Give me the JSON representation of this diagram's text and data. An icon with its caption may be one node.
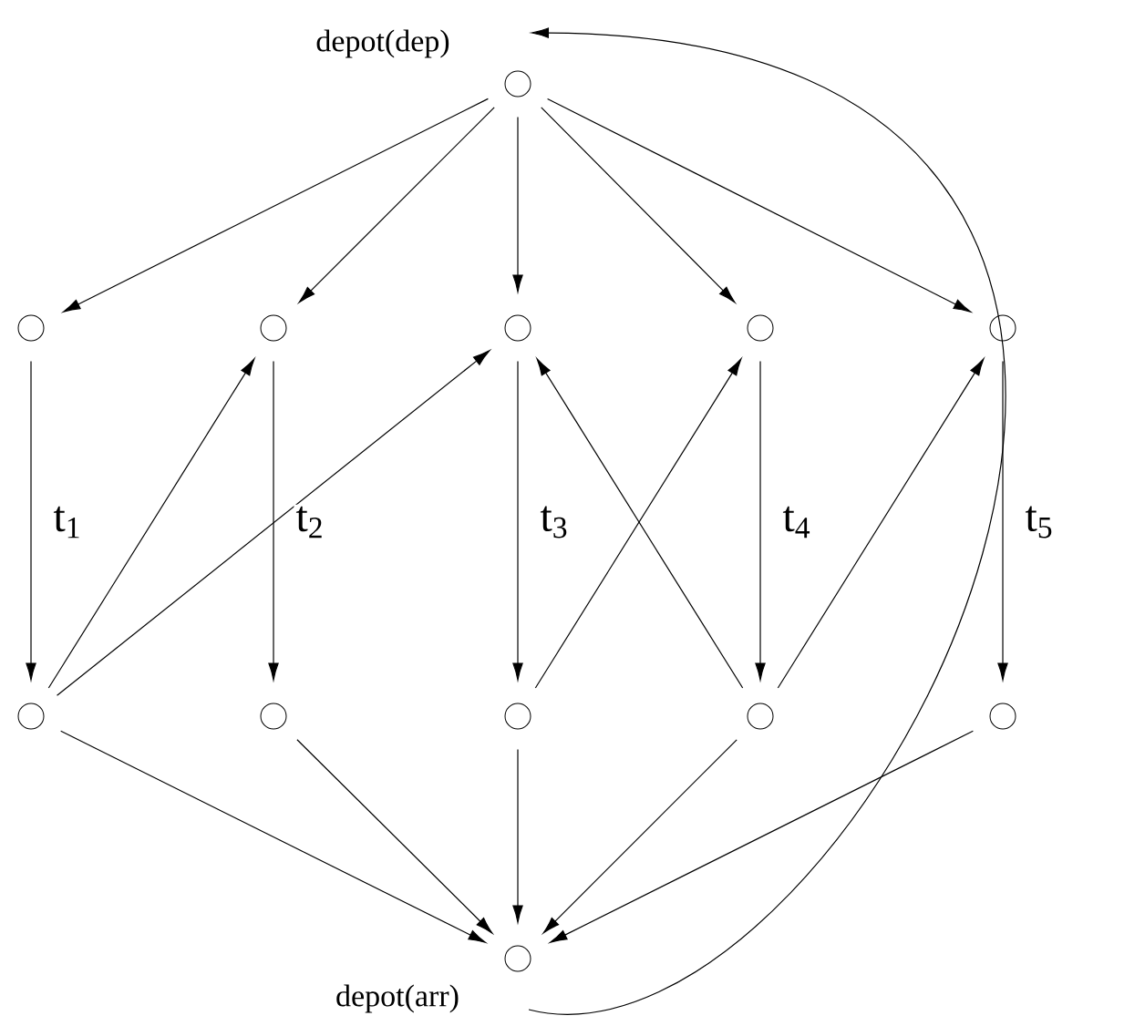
{
  "diagram": {
    "nodes": [
      {
        "text": [],
        "shape": "circle",
        "beside": [
          "depot(dep)"
        ]
      },
      {
        "text": [],
        "shape": "circle"
      },
      {
        "text": [],
        "shape": "circle"
      },
      {
        "text": [],
        "shape": "circle"
      },
      {
        "text": [],
        "shape": "circle"
      },
      {
        "text": [],
        "shape": "circle"
      },
      {
        "text": [],
        "shape": "circle"
      },
      {
        "text": [],
        "shape": "circle"
      },
      {
        "text": [],
        "shape": "circle"
      },
      {
        "text": [],
        "shape": "circle"
      },
      {
        "text": [],
        "shape": "circle"
      },
      {
        "text": [],
        "shape": "circle",
        "beside": [
          "depot(arr)"
        ]
      }
    ],
    "edges": [
      {
        "from": 0,
        "to": 1,
        "arrow": "to"
      },
      {
        "from": 0,
        "to": 2,
        "arrow": "to"
      },
      {
        "from": 0,
        "to": 3,
        "arrow": "to"
      },
      {
        "from": 0,
        "to": 4,
        "arrow": "to"
      },
      {
        "from": 0,
        "to": 5,
        "arrow": "to"
      },
      {
        "from": 1,
        "to": 6,
        "arrow": "to",
        "label": "t$_{1}$"
      },
      {
        "from": 2,
        "to": 7,
        "arrow": "to",
        "label": "t$_{2}$"
      },
      {
        "from": 3,
        "to": 8,
        "arrow": "to",
        "label": "t$_{3}$"
      },
      {
        "from": 4,
        "to": 9,
        "arrow": "to",
        "label": "t$_{4}$"
      },
      {
        "from": 5,
        "to": 10,
        "arrow": "to",
        "label": "t$_{5}$"
      },
      {
        "from": 6,
        "to": 2,
        "arrow": "to"
      },
      {
        "from": 6,
        "to": 3,
        "arrow": "to"
      },
      {
        "from": 8,
        "to": 4,
        "arrow": "to"
      },
      {
        "from": 9,
        "to": 3,
        "arrow": "to"
      },
      {
        "from": 9,
        "to": 5,
        "arrow": "to"
      },
      {
        "from": 6,
        "to": 11,
        "arrow": "to"
      },
      {
        "from": 7,
        "to": 11,
        "arrow": "to"
      },
      {
        "from": 8,
        "to": 11,
        "arrow": "to"
      },
      {
        "from": 9,
        "to": 11,
        "arrow": "to"
      },
      {
        "from": 10,
        "to": 11,
        "arrow": "to"
      },
      {
        "from": 11,
        "to": 0,
        "arrow": "to"
      }
    ]
  }
}
